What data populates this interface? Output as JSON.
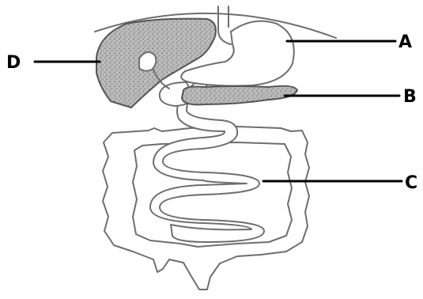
{
  "diagram": {
    "labels": {
      "a": "A",
      "b": "B",
      "c": "C",
      "d": "D"
    }
  },
  "colors": {
    "outline": "#6e6e6e",
    "speckle_fill": "#a9a9a9",
    "leader": "#000000"
  }
}
